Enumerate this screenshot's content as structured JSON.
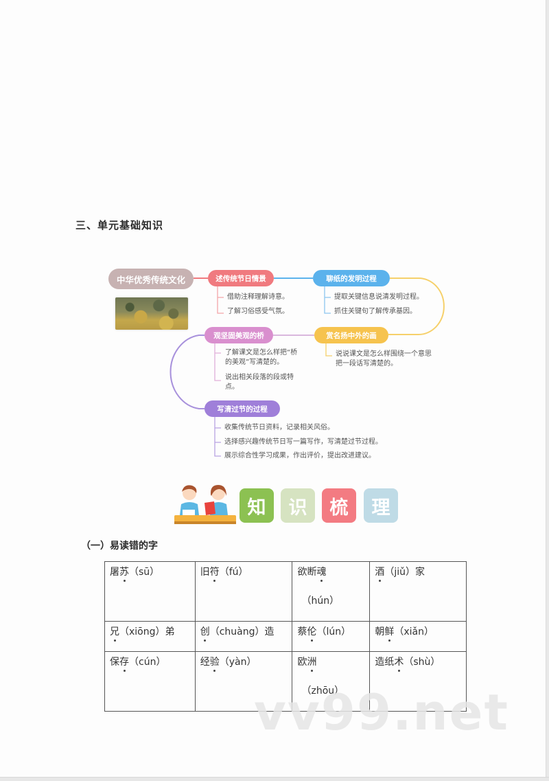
{
  "section": {
    "title": "三、单元基础知识"
  },
  "mindmap": {
    "root": "中华优秀传统文化",
    "branches": [
      {
        "label": "述传统节日情景",
        "color": "#f07a7f",
        "leaves": [
          "借助注释理解诗意。",
          "了解习俗感受气氛。"
        ]
      },
      {
        "label": "聊纸的发明过程",
        "color": "#5bb2ec",
        "leaves": [
          "提取关键信息说清发明过程。",
          "抓住关键句了解传承基因。"
        ]
      },
      {
        "label": "赏名扬中外的画",
        "color": "#f6c34e",
        "leaves": [
          "说说课文是怎么样围绕一个意思",
          "把一段话写清楚的。"
        ]
      },
      {
        "label": "观坚固美观的桥",
        "color": "#d98fce",
        "leaves": [
          "了解课文是怎么样把“桥",
          "的美观”写清楚的。",
          "说出相关段落的段或特",
          "点。"
        ]
      },
      {
        "label": "写清过节的过程",
        "color": "#9f7fd9",
        "leaves": [
          "收集传统节日资料，记录相关风俗。",
          "选择感兴趣传统节日写一篇写作，写清楚过节过程。",
          "展示综合性学习成果，作出评价，提出改进建议。"
        ]
      }
    ],
    "image": "painting-thumbnail"
  },
  "banner": {
    "illustration": "two-students-reading",
    "tiles": [
      {
        "char": "知",
        "color": "#8cc152"
      },
      {
        "char": "识",
        "color": "#d6e3c1"
      },
      {
        "char": "梳",
        "color": "#f37b82"
      },
      {
        "char": "理",
        "color": "#bfdbe6"
      }
    ]
  },
  "subsection": {
    "title": "（一）易读错的字"
  },
  "table": {
    "rows": [
      [
        {
          "pre": "屠",
          "dot": "苏",
          "post": "",
          "pinyin": "（sū）",
          "after": "",
          "wrap": false
        },
        {
          "pre": "旧",
          "dot": "符",
          "post": "",
          "pinyin": "（fú）",
          "after": "",
          "wrap": false
        },
        {
          "pre": "欲断",
          "dot": "魂",
          "post": "",
          "pinyin": "（hún）",
          "after": "",
          "wrap": true
        },
        {
          "pre": "",
          "dot": "酒",
          "post": "",
          "pinyin": "（jiǔ）",
          "after": "家",
          "wrap": false
        }
      ],
      [
        {
          "pre": "",
          "dot": "兄",
          "post": "",
          "pinyin": "（xiōng）",
          "after": "弟",
          "wrap": false
        },
        {
          "pre": "",
          "dot": "创",
          "post": "",
          "pinyin": "（chuàng）",
          "after": "造",
          "wrap": false
        },
        {
          "pre": "蔡",
          "dot": "伦",
          "post": "",
          "pinyin": "（lún）",
          "after": "",
          "wrap": false
        },
        {
          "pre": "朝",
          "dot": "鲜",
          "post": "",
          "pinyin": "（xiǎn）",
          "after": "",
          "wrap": false
        }
      ],
      [
        {
          "pre": "保",
          "dot": "存",
          "post": "",
          "pinyin": "（cún）",
          "after": "",
          "wrap": false
        },
        {
          "pre": "经",
          "dot": "验",
          "post": "",
          "pinyin": "（yàn）",
          "after": "",
          "wrap": false
        },
        {
          "pre": "欧",
          "dot": "洲",
          "post": "",
          "pinyin": "（zhōu）",
          "after": "",
          "wrap": true
        },
        {
          "pre": "造纸",
          "dot": "术",
          "post": "",
          "pinyin": "（shù）",
          "after": "",
          "wrap": false
        }
      ]
    ]
  },
  "watermark": {
    "text": "vv99.net"
  }
}
